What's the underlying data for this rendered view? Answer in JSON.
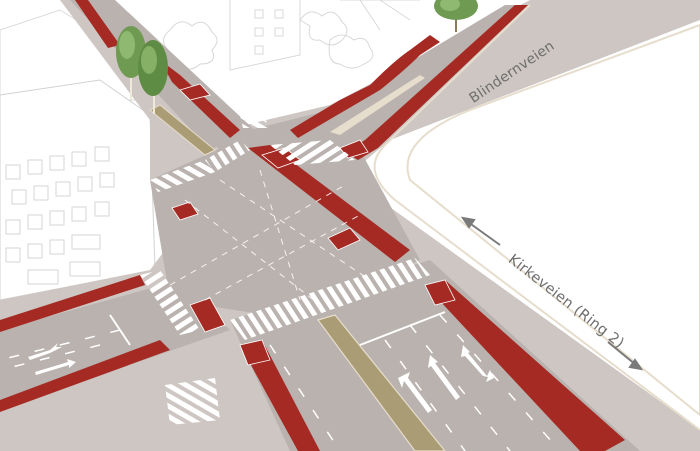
{
  "diagram": {
    "type": "isometric intersection illustration",
    "subject": "Redesigned road intersection with red cycle lanes, zebra crossings and lane markings"
  },
  "streets": {
    "blindernveien": {
      "label": "Blindernveien"
    },
    "kirkeveien": {
      "label": "Kirkeveien (Ring 2)",
      "direction_arrows": [
        "arrow-up-left",
        "arrow-down-right"
      ]
    }
  },
  "elements": {
    "cycle_lane_color": "#a52a24",
    "road_color": "#bab2ae",
    "sidewalk_color": "#cdc6c2",
    "median_color": "#aa9c74",
    "curb_color": "#e6ddcc",
    "building_color": "#ffffff",
    "marking_color": "#ffffff",
    "arrow_label_color": "#7a7a7a"
  },
  "lane_arrows": {
    "south_approach": [
      "left-turn",
      "straight",
      "straight-or-right"
    ],
    "west_approach": [
      "left-turn",
      "straight"
    ]
  },
  "features": [
    "trees",
    "buildings",
    "zebra-crossings",
    "bicycle-symbols",
    "traffic-island",
    "median-strip"
  ]
}
